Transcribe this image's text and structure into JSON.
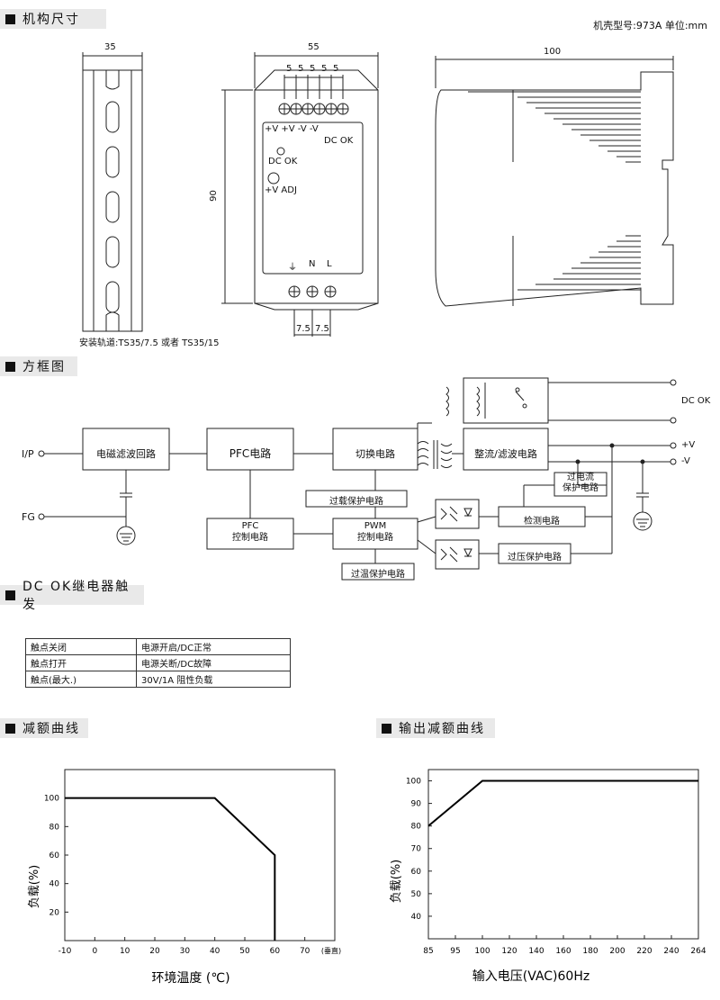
{
  "sections": {
    "dimensions": "机构尺寸",
    "block_diagram": "方框图",
    "dc_ok": "DC OK继电器触发",
    "derating": "减额曲线",
    "output_derating": "输出减额曲线"
  },
  "header_right": "机壳型号:973A 单位:mm",
  "mech": {
    "rail_width": "35",
    "rail_note": "安装轨道:TS35/7.5 或者 TS35/15",
    "front_width": "55",
    "pitch": [
      "5",
      "5",
      "5",
      "5",
      "5"
    ],
    "front_height": "90",
    "top_terminals": "+V +V -V -V",
    "dc_ok_label": "DC OK",
    "led_label": "DC OK",
    "adj_label": "+V ADJ",
    "bottom_labels": [
      "⏚",
      "N",
      "L"
    ],
    "bottom_pitch": [
      "7.5",
      "7.5"
    ],
    "side_width": "100"
  },
  "block": {
    "ip": "I/P",
    "fg": "FG",
    "emi": "电磁滤波回路",
    "pfc": "PFC电路",
    "switch": "切换电路",
    "rect": "整流/滤波电路",
    "pfc_ctrl": [
      "PFC",
      "控制电路"
    ],
    "pwm_ctrl": [
      "PWM",
      "控制电路"
    ],
    "olp": "过载保护电路",
    "otp": "过温保护电路",
    "ocp": [
      "过电流",
      "保护电路"
    ],
    "detect": "检测电路",
    "ovp": "过压保护电路",
    "dc_ok": "DC OK",
    "vplus": "+V",
    "vminus": "-V"
  },
  "relay_table": [
    [
      "触点关闭",
      "电源开启/DC正常"
    ],
    [
      "触点打开",
      "电源关断/DC故障"
    ],
    [
      "触点(最大.)",
      "30V/1A 阻性负载"
    ]
  ],
  "chart_data": [
    {
      "type": "line",
      "x": [
        -10,
        40,
        60,
        60
      ],
      "y": [
        100,
        100,
        60,
        0
      ],
      "xticks": [
        "-10",
        "0",
        "10",
        "20",
        "30",
        "40",
        "50",
        "60",
        "70"
      ],
      "xunit": "(垂直)",
      "yticks": [
        "20",
        "40",
        "60",
        "80",
        "100"
      ],
      "xlabel": "环境温度 (℃)",
      "ylabel": "负载(%)",
      "xlim": [
        -10,
        80
      ],
      "ylim": [
        0,
        120
      ],
      "grid": false
    },
    {
      "type": "line",
      "x": [
        85,
        100,
        264
      ],
      "y": [
        80,
        100,
        100
      ],
      "xticks": [
        "85",
        "95",
        "100",
        "120",
        "140",
        "160",
        "180",
        "200",
        "220",
        "240",
        "264"
      ],
      "yticks": [
        "40",
        "50",
        "60",
        "70",
        "80",
        "90",
        "100"
      ],
      "xlabel": "输入电压(VAC)60Hz",
      "ylabel": "负载(%)",
      "ylim": [
        30,
        105
      ],
      "grid": false
    }
  ]
}
